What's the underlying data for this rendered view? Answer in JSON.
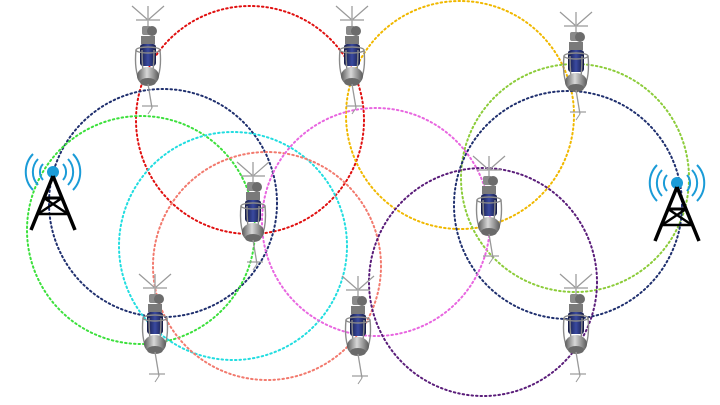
{
  "diagram": {
    "towers": [
      {
        "id": "tower-left",
        "icon": "cell-tower-icon",
        "color": "#1a9bd7"
      },
      {
        "id": "tower-right",
        "icon": "cell-tower-icon",
        "color": "#1a9bd7"
      }
    ],
    "nodes": [
      {
        "id": "node-1",
        "icon": "streetlight-sensor-node-icon",
        "range_color": "#e01010"
      },
      {
        "id": "node-2",
        "icon": "streetlight-sensor-node-icon",
        "range_color": "#f0b800"
      },
      {
        "id": "node-3",
        "icon": "streetlight-sensor-node-icon",
        "range_color": "#8ccc3a"
      },
      {
        "id": "node-4",
        "icon": "streetlight-sensor-node-icon",
        "range_color": "#1f2f6e"
      },
      {
        "id": "node-5",
        "icon": "streetlight-sensor-node-icon",
        "range_color": "#f27a6e"
      },
      {
        "id": "node-6",
        "icon": "streetlight-sensor-node-icon",
        "range_color": "#e866e0"
      },
      {
        "id": "node-7",
        "icon": "streetlight-sensor-node-icon",
        "range_color": "#5a1d7a"
      },
      {
        "id": "node-8",
        "icon": "streetlight-sensor-node-icon",
        "range_color": "#2233aa"
      }
    ],
    "range_circles": [
      {
        "id": "range-red",
        "color": "#e01010"
      },
      {
        "id": "range-yellow",
        "color": "#f0b800"
      },
      {
        "id": "range-light-green",
        "color": "#8ccc3a"
      },
      {
        "id": "range-navy-right",
        "color": "#1f2f6e"
      },
      {
        "id": "range-navy-left",
        "color": "#1f2f6e"
      },
      {
        "id": "range-green",
        "color": "#3ce03c"
      },
      {
        "id": "range-cyan",
        "color": "#22dde0"
      },
      {
        "id": "range-salmon",
        "color": "#f27a6e"
      },
      {
        "id": "range-pink",
        "color": "#e866e0"
      },
      {
        "id": "range-purple",
        "color": "#5a1d7a"
      }
    ]
  }
}
